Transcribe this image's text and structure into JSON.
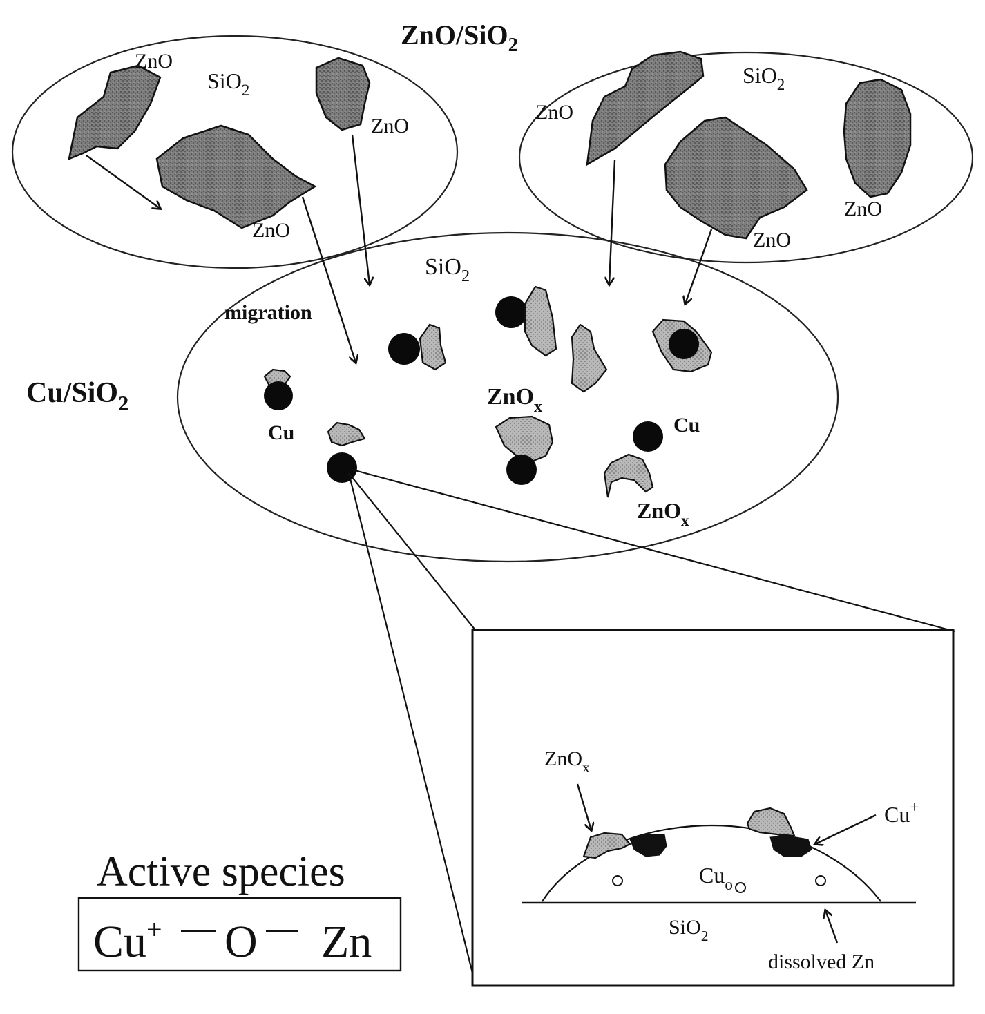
{
  "labels": {
    "top_title": "ZnO/SiO",
    "top_title_sub": "2",
    "left_ellipse_zno_1": "ZnO",
    "left_ellipse_sio2": "SiO",
    "left_ellipse_sio2_sub": "2",
    "left_ellipse_zno_2": "ZnO",
    "left_ellipse_zno_3": "ZnO",
    "right_ellipse_zno_1": "ZnO",
    "right_ellipse_sio2": "SiO",
    "right_ellipse_sio2_sub": "2",
    "right_ellipse_zno_2": "ZnO",
    "right_ellipse_zno_3": "ZnO",
    "bottom_sio2": "SiO",
    "bottom_sio2_sub": "2",
    "migration": "migration",
    "cu_sio2": "Cu/SiO",
    "cu_sio2_sub": "2",
    "cu_left": "Cu",
    "znox_center": "ZnO",
    "znox_center_sub": "x",
    "cu_right": "Cu",
    "znox_lower": "ZnO",
    "znox_lower_sub": "x"
  },
  "inset": {
    "znox": "ZnO",
    "znox_sub": "x",
    "cu_plus": "Cu",
    "cu_plus_sup": "+",
    "cu0": "Cu",
    "cu0_sub": "o",
    "sio2": "SiO",
    "sio2_sub": "2",
    "dissolved_zn": "dissolved Zn"
  },
  "active_species": {
    "heading": "Active species",
    "cu": "Cu",
    "cu_sup": "+",
    "o": "O",
    "zn": "Zn"
  },
  "colors": {
    "ink": "#111111",
    "particle_fill": "#8a8a8a",
    "particle_light_fill": "#bdbdbd",
    "background": "#ffffff"
  }
}
